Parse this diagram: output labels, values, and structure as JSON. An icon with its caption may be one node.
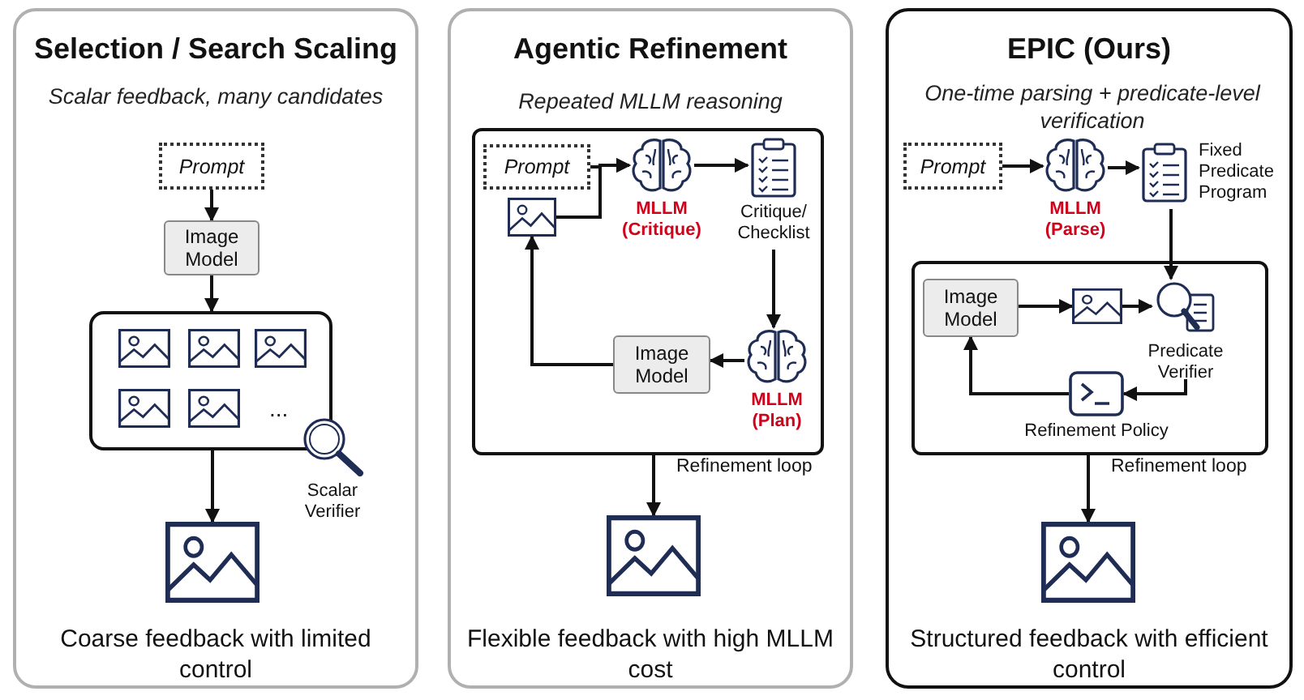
{
  "diagram": {
    "nodes": [
      {
        "text": [
          "Selection / Search Scaling",
          "Scalar feedback, many candidates",
          "Coarse feedback with limited control"
        ]
      },
      {
        "text": [
          "Prompt"
        ],
        "in": 0
      },
      {
        "text": [
          "Image Model"
        ],
        "in": 0
      },
      {
        "text": [],
        "shape": "box",
        "in": 0
      },
      {
        "text": [],
        "shape": "picture",
        "in": 3
      },
      {
        "text": [],
        "shape": "picture",
        "in": 3
      },
      {
        "text": [],
        "shape": "picture",
        "in": 3
      },
      {
        "text": [],
        "shape": "picture",
        "in": 3
      },
      {
        "text": [],
        "shape": "picture",
        "in": 3
      },
      {
        "text": [
          "Scalar Verifier"
        ],
        "in": 0
      },
      {
        "text": [],
        "shape": "picture",
        "in": 0
      },
      {
        "text": [
          "Agentic Refinement",
          "Repeated MLLM reasoning",
          "Flexible feedback with high MLLM cost"
        ]
      },
      {
        "text": [
          "Refinement loop"
        ],
        "in": 11
      },
      {
        "text": [
          "Prompt"
        ],
        "in": 12
      },
      {
        "text": [],
        "shape": "picture",
        "in": 12
      },
      {
        "text": [
          "MLLM (Critique)"
        ],
        "in": 12
      },
      {
        "text": [
          "Critique/ Checklist"
        ],
        "in": 12
      },
      {
        "text": [
          "MLLM (Plan)"
        ],
        "in": 12
      },
      {
        "text": [
          "Image Model"
        ],
        "in": 12
      },
      {
        "text": [],
        "shape": "picture",
        "in": 11
      },
      {
        "text": [
          "EPIC (Ours)",
          "One-time parsing + predicate-level verification",
          "Structured feedback with efficient control"
        ]
      },
      {
        "text": [
          "Prompt"
        ],
        "in": 20
      },
      {
        "text": [
          "MLLM (Parse)"
        ],
        "in": 20
      },
      {
        "text": [
          "Fixed Predicate Program"
        ],
        "in": 20
      },
      {
        "text": [
          "Refinement loop"
        ],
        "in": 20
      },
      {
        "text": [
          "Image Model"
        ],
        "in": 24
      },
      {
        "text": [],
        "shape": "picture",
        "in": 24
      },
      {
        "text": [
          "Predicate Verifier"
        ],
        "in": 24
      },
      {
        "text": [
          "Refinement Policy"
        ],
        "in": 24
      },
      {
        "text": [],
        "shape": "picture",
        "in": 20
      }
    ],
    "edges": [
      {
        "from": 1,
        "to": 2,
        "arrow": "to"
      },
      {
        "from": 2,
        "to": 3,
        "arrow": "to"
      },
      {
        "from": 3,
        "to": 10,
        "arrow": "to"
      },
      {
        "from": 13,
        "to": 15,
        "arrow": "to"
      },
      {
        "from": 14,
        "to": 15,
        "arrow": "to"
      },
      {
        "from": 15,
        "to": 16,
        "arrow": "to"
      },
      {
        "from": 16,
        "to": 17,
        "arrow": "to"
      },
      {
        "from": 17,
        "to": 18,
        "arrow": "to"
      },
      {
        "from": 18,
        "to": 14,
        "arrow": "to"
      },
      {
        "from": 12,
        "to": 19,
        "arrow": "to"
      },
      {
        "from": 21,
        "to": 22,
        "arrow": "to"
      },
      {
        "from": 22,
        "to": 23,
        "arrow": "to"
      },
      {
        "from": 23,
        "to": 27,
        "arrow": "to"
      },
      {
        "from": 25,
        "to": 26,
        "arrow": "to"
      },
      {
        "from": 26,
        "to": 27,
        "arrow": "to"
      },
      {
        "from": 27,
        "to": 28,
        "arrow": "to"
      },
      {
        "from": 28,
        "to": 25,
        "arrow": "to"
      },
      {
        "from": 24,
        "to": 29,
        "arrow": "to"
      }
    ],
    "labels": [
      "..."
    ]
  }
}
